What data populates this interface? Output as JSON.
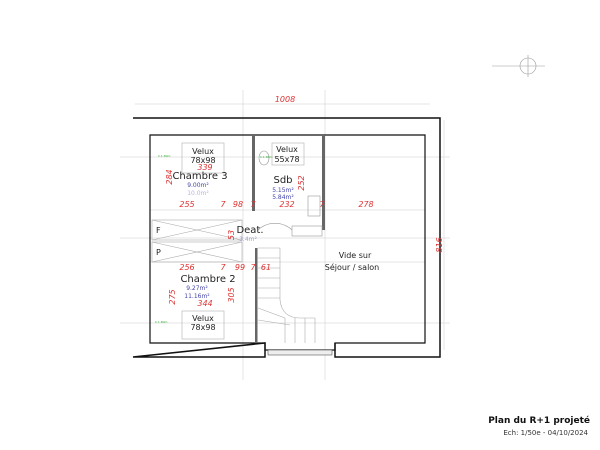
{
  "plan": {
    "overall_width": "1008",
    "overall_depth": "816",
    "rooms": {
      "chambre3": {
        "name": "Chambre 3",
        "area1": "9.00m²",
        "area2": "10.0m²",
        "height": "284",
        "length": "339"
      },
      "sdb": {
        "name": "Sdb",
        "area1": "5.15m²",
        "area2": "5.84m²",
        "height": "252"
      },
      "degagement": {
        "name": "Deat.",
        "area": "3.4m²",
        "height": "53"
      },
      "placard1": {
        "name": "F"
      },
      "placard2": {
        "name": "P"
      },
      "chambre2": {
        "name": "Chambre 2",
        "area1": "9.27m²",
        "area2": "11.16m²",
        "length": "344",
        "height": "275",
        "height2": "305"
      },
      "vide": {
        "line1": "Vide sur",
        "line2": "Séjour / salon"
      }
    },
    "velux": [
      {
        "label": "Velux",
        "size": "78x98"
      },
      {
        "label": "Velux",
        "size": "55x78"
      },
      {
        "label": "Velux",
        "size": "78x98"
      }
    ],
    "dims_row1": [
      "255",
      "7",
      "98",
      "7",
      "232",
      "7",
      "278"
    ],
    "dims_row2": [
      "256",
      "7",
      "99",
      "7",
      "61"
    ],
    "notes": [
      "h.1.80m",
      "h.1.80m",
      "h.1.80m"
    ]
  },
  "titleblock": {
    "title": "Plan du R+1 projeté",
    "subtitle": "Ech: 1/50e - 04/10/2024"
  },
  "colors": {
    "dimension": "#dd3333",
    "area": "#4444aa",
    "wall": "#111111"
  }
}
